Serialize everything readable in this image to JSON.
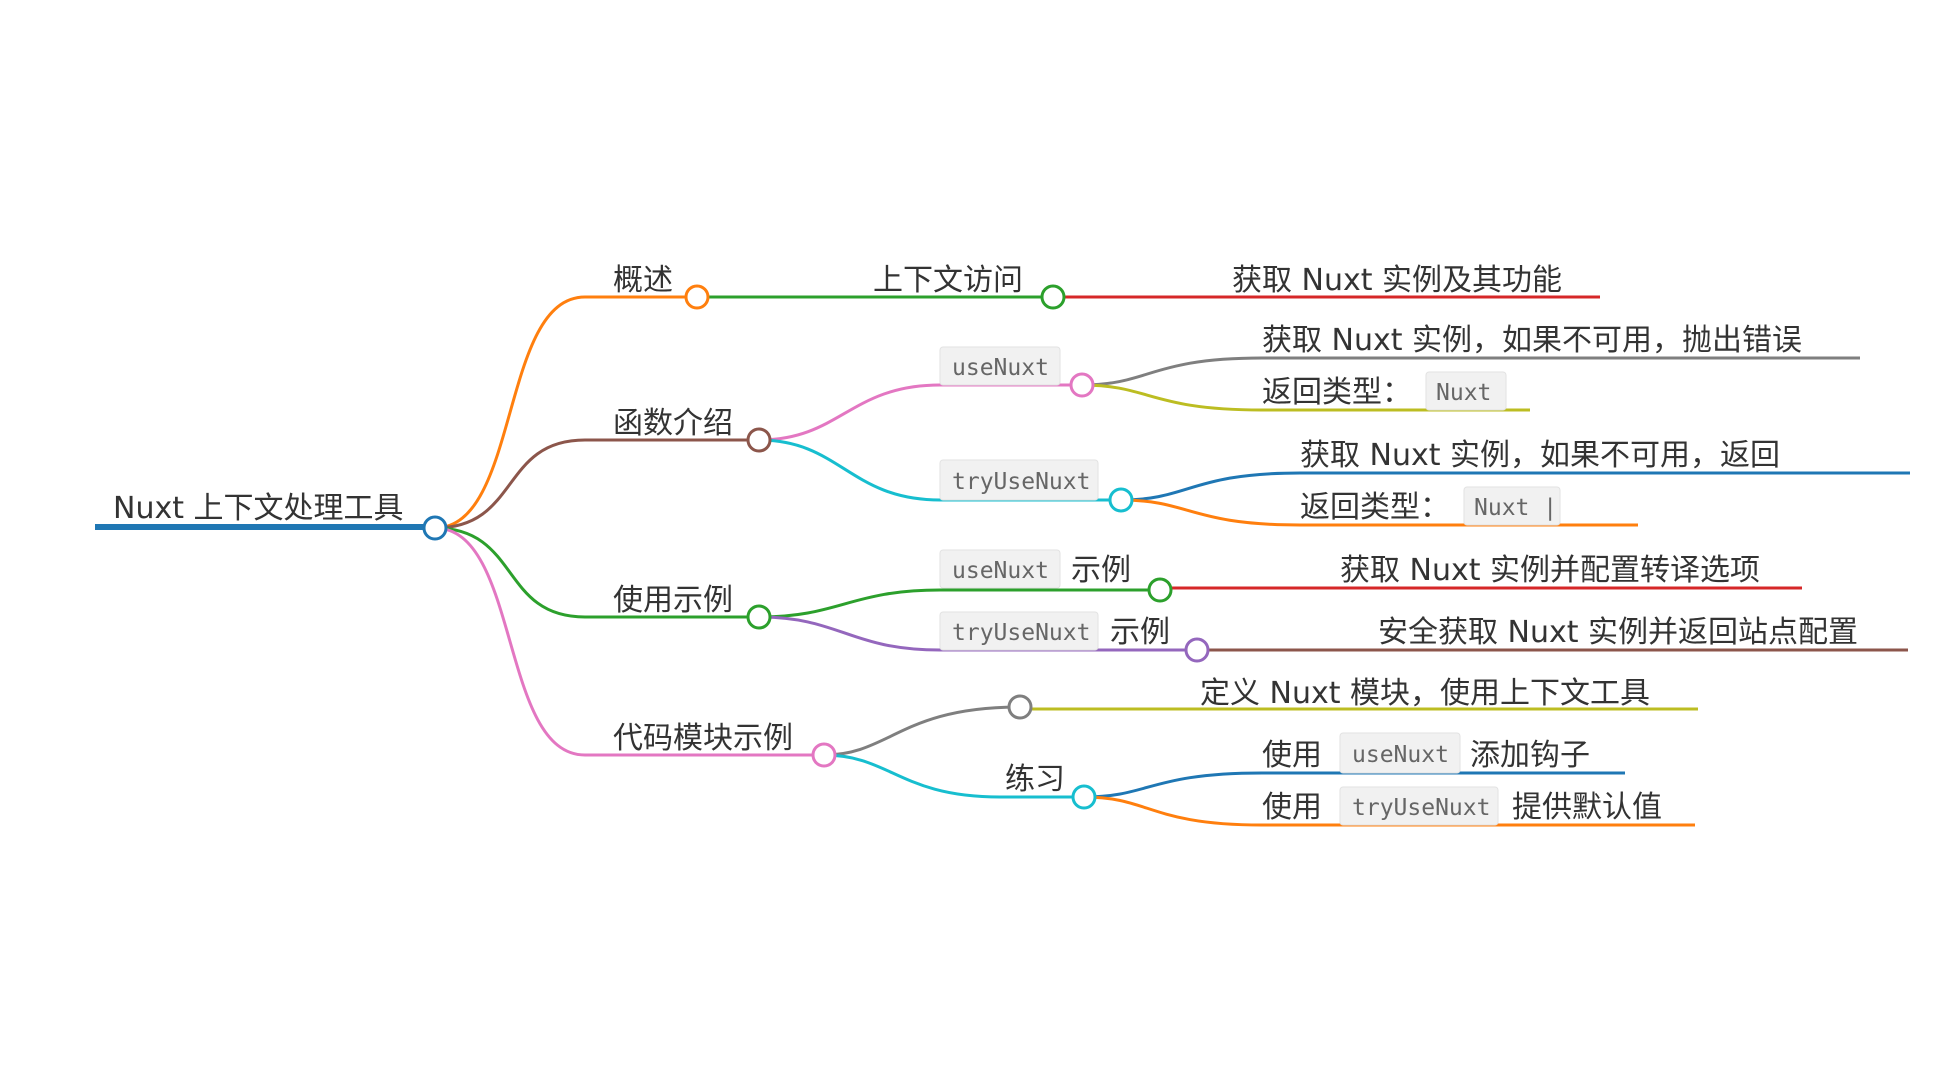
{
  "nodes": {
    "root": {
      "text": "Nuxt 上下文处理工具"
    },
    "overview": {
      "text": "概述"
    },
    "context_access": {
      "text": "上下文访问"
    },
    "get_instance_features": {
      "text": "获取 Nuxt 实例及其功能"
    },
    "function_intro": {
      "text": "函数介绍"
    },
    "use_nuxt": {
      "code": "useNuxt"
    },
    "use_nuxt_desc": {
      "text": "获取 Nuxt 实例，如果不可用，抛出错误"
    },
    "use_nuxt_return": {
      "text": "返回类型：",
      "code": "Nuxt"
    },
    "try_use_nuxt": {
      "code": "tryUseNuxt"
    },
    "try_use_nuxt_desc": {
      "text": "获取 Nuxt 实例，如果不可用，返回"
    },
    "try_use_nuxt_return": {
      "text": "返回类型：",
      "code": "Nuxt |"
    },
    "usage_examples": {
      "text": "使用示例"
    },
    "use_nuxt_example": {
      "code": "useNuxt",
      "text": "示例"
    },
    "use_nuxt_example_desc": {
      "text": "获取 Nuxt 实例并配置转译选项"
    },
    "try_use_nuxt_example": {
      "code": "tryUseNuxt",
      "text": "示例"
    },
    "try_use_nuxt_example_desc": {
      "text": "安全获取 Nuxt 实例并返回站点配置"
    },
    "module_examples": {
      "text": "代码模块示例"
    },
    "define_module": {
      "text": "定义 Nuxt 模块，使用上下文工具"
    },
    "practice": {
      "text": "练习"
    },
    "practice_hook": {
      "pre": "使用",
      "code": "useNuxt",
      "post": "添加钩子"
    },
    "practice_default": {
      "pre": "使用",
      "code": "tryUseNuxt",
      "post": "提供默认值"
    }
  },
  "colors": {
    "root_line": "#1f77b4",
    "overview": "#ff7f0e",
    "context_access": "#2ca02c",
    "get_instance_features": "#d62728",
    "function_intro": "#8c564b",
    "use_nuxt": "#e377c2",
    "use_nuxt_desc": "#7f7f7f",
    "use_nuxt_return": "#bcbd22",
    "try_use_nuxt": "#17becf",
    "try_use_nuxt_desc": "#1f77b4",
    "try_use_nuxt_return": "#ff7f0e",
    "usage_examples": "#2ca02c",
    "use_nuxt_example": "#2ca02c",
    "use_nuxt_example_desc": "#d62728",
    "try_use_nuxt_example": "#9467bd",
    "try_use_nuxt_example_desc": "#8c564b",
    "module_examples": "#e377c2",
    "define_module_node": "#7f7f7f",
    "define_module": "#bcbd22",
    "practice": "#17becf",
    "practice_hook": "#1f77b4",
    "practice_default": "#ff7f0e"
  }
}
